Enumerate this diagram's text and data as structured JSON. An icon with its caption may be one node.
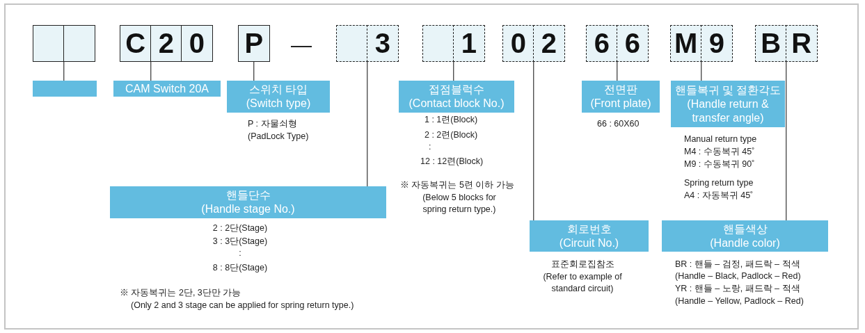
{
  "diagram": {
    "nodes": [
      {
        "text": [],
        "shape": "box"
      },
      {
        "text": [
          "C",
          "2",
          "0"
        ]
      },
      {
        "text": [
          "P"
        ]
      },
      {
        "text": [
          "3"
        ]
      },
      {
        "text": [
          "1"
        ]
      },
      {
        "text": [
          "0",
          "2"
        ]
      },
      {
        "text": [
          "6",
          "6"
        ]
      },
      {
        "text": [
          "M",
          "9"
        ]
      },
      {
        "text": [
          "B",
          "R"
        ]
      },
      {
        "text": [],
        "shape": "box"
      },
      {
        "text": [
          "CAM Switch 20A"
        ]
      },
      {
        "text": [
          "스위치 타입",
          "(Switch type)"
        ],
        "beside": [
          "P : 자물쇠형",
          "(PadLock Type)"
        ]
      },
      {
        "text": [
          "핸들단수",
          "(Handle stage No.)"
        ],
        "beside": [
          "2 : 2단(Stage)",
          "3 : 3단(Stage)",
          ":",
          "8 : 8단(Stage)",
          "※ 자동복귀는 2단, 3단만 가능",
          "(Only 2 and 3 stage can be applied for spring return type.)"
        ]
      },
      {
        "text": [
          "접점블럭수",
          "(Contact block No.)"
        ],
        "beside": [
          "1 : 1련(Block)",
          "2 : 2련(Block)",
          ":",
          "12 : 12련(Block)",
          "※ 자동복귀는 5련 이하 가능",
          "(Below 5 blocks for spring return type.)"
        ]
      },
      {
        "text": [
          "전면판",
          "(Front plate)"
        ],
        "beside": [
          "66 : 60X60"
        ]
      },
      {
        "text": [
          "핸들복귀 및 절환각도",
          "(Handle return & transfer angle)"
        ],
        "beside": [
          "Manual return type",
          "M4 : 수동복귀 45˚",
          "M9 : 수동복귀 90˚",
          "Spring return type",
          "A4 : 자동복귀 45˚"
        ]
      },
      {
        "text": [
          "회로번호",
          "(Circuit No.)"
        ],
        "beside": [
          "표준회로집참조",
          "(Refer to example of standard circuit)"
        ]
      },
      {
        "text": [
          "핸들색상",
          "(Handle color)"
        ],
        "beside": [
          "BR : 핸들 – 검정, 패드락 – 적색",
          "(Handle – Black, Padlock – Red)",
          "YR : 핸들 – 노랑, 패드락 – 적색",
          "(Handle – Yellow, Padlock – Red)"
        ]
      }
    ],
    "edges": [
      {
        "from": 0,
        "to": 9,
        "arrow": "none"
      },
      {
        "from": 1,
        "to": 10,
        "arrow": "none"
      },
      {
        "from": 2,
        "to": 11,
        "arrow": "none"
      },
      {
        "from": 3,
        "to": 12,
        "arrow": "none"
      },
      {
        "from": 4,
        "to": 13,
        "arrow": "none"
      },
      {
        "from": 5,
        "to": 16,
        "arrow": "none"
      },
      {
        "from": 6,
        "to": 14,
        "arrow": "none"
      },
      {
        "from": 7,
        "to": 15,
        "arrow": "none"
      },
      {
        "from": 8,
        "to": 17,
        "arrow": "none"
      }
    ],
    "labels": [
      "—"
    ]
  }
}
